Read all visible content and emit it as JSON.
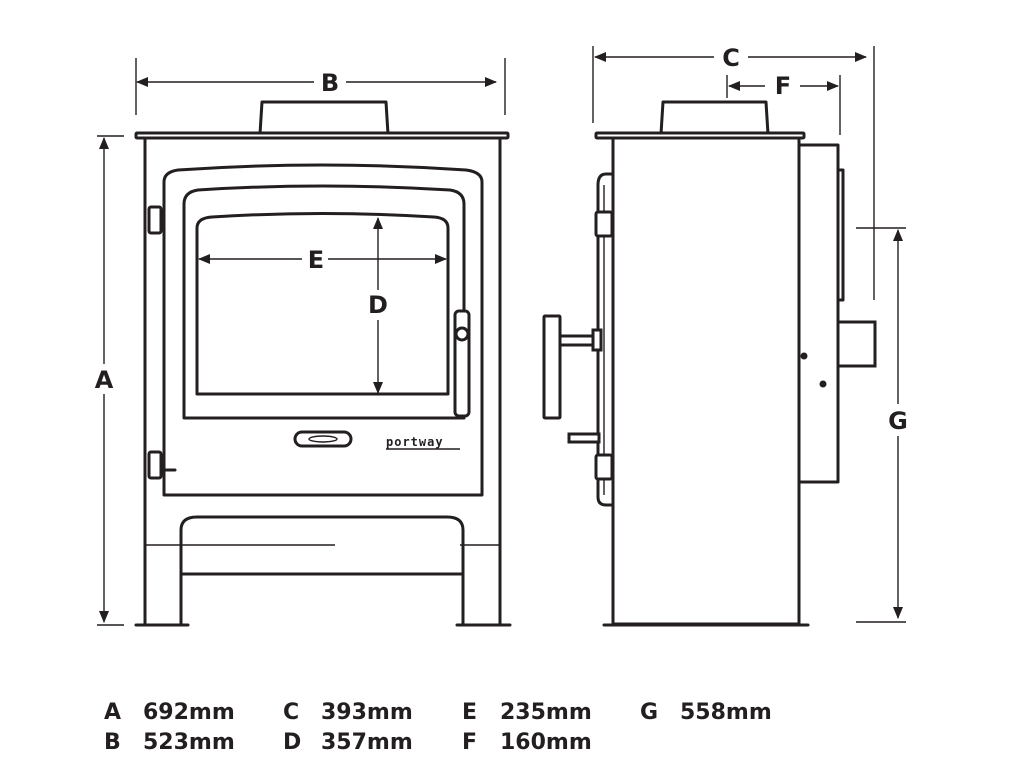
{
  "diagram": {
    "labels": {
      "A": "A",
      "B": "B",
      "C": "C",
      "D": "D",
      "E": "E",
      "F": "F",
      "G": "G"
    },
    "brand": "portway"
  },
  "legend": [
    {
      "key": "A",
      "value": "692mm"
    },
    {
      "key": "B",
      "value": "523mm"
    },
    {
      "key": "C",
      "value": "393mm"
    },
    {
      "key": "D",
      "value": "357mm"
    },
    {
      "key": "E",
      "value": "235mm"
    },
    {
      "key": "F",
      "value": "160mm"
    },
    {
      "key": "G",
      "value": "558mm"
    }
  ],
  "colors": {
    "line": "#231f20",
    "background": "#ffffff"
  }
}
